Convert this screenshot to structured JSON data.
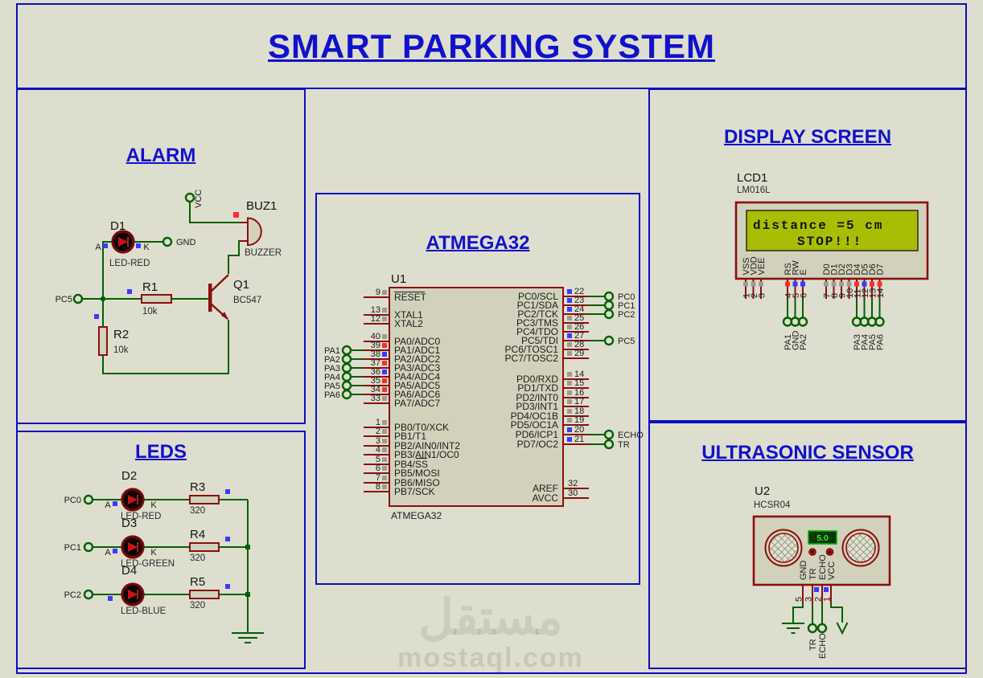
{
  "title": "SMART PARKING SYSTEM",
  "watermark": {
    "arabic": "مستقل",
    "latin": "mostaql.com"
  },
  "headers": {
    "alarm": "ALARM",
    "leds": "LEDS",
    "atmega": "ATMEGA32",
    "display": "DISPLAY SCREEN",
    "ultrasonic": "ULTRASONIC SENSOR"
  },
  "colors": {
    "background": "#dedecf",
    "border_blue": "#0d0dc0",
    "heading_blue": "#1111cc",
    "wire_green": "#006000",
    "component_maroon": "#8a0f0f",
    "lcd_screen_green": "#a9bd04",
    "sensor_display_green": "#3ae63a",
    "pin_gray": "#9d9d96",
    "pin_blue": "#3a3aff",
    "pin_red": "#ff2e2e"
  },
  "alarm": {
    "vcc": "VCC",
    "gnd": "GND",
    "pc5": "PC5",
    "buzzer": {
      "ref": "BUZ1",
      "part": "BUZZER"
    },
    "d1": {
      "ref": "D1",
      "part": "LED-RED",
      "a": "A",
      "k": "K"
    },
    "r1": {
      "ref": "R1",
      "value": "10k"
    },
    "r2": {
      "ref": "R2",
      "value": "10k"
    },
    "q1": {
      "ref": "Q1",
      "part": "BC547"
    }
  },
  "leds": {
    "rows": [
      {
        "terminal": "PC0",
        "ref": "D2",
        "part": "LED-RED",
        "a": "A",
        "k": "K",
        "res": "R3",
        "val": "320"
      },
      {
        "terminal": "PC1",
        "ref": "D3",
        "part": "LED-GREEN",
        "a": "A",
        "k": "K",
        "res": "R4",
        "val": "320"
      },
      {
        "terminal": "PC2",
        "ref": "D4",
        "part": "LED-BLUE",
        "a": "",
        "k": "",
        "res": "R5",
        "val": "320"
      }
    ]
  },
  "atmega": {
    "ref": "U1",
    "part": "ATMEGA32",
    "left_pins": [
      {
        "num": "9",
        "name": "RESET",
        "sq": "gray"
      },
      {
        "num": "13",
        "name": "XTAL1",
        "sq": "gray"
      },
      {
        "num": "12",
        "name": "XTAL2",
        "sq": "gray"
      },
      {
        "num": "40",
        "name": "PA0/ADC0",
        "sq": "gray"
      },
      {
        "num": "39",
        "name": "PA1/ADC1",
        "sq": "red"
      },
      {
        "num": "38",
        "name": "PA2/ADC2",
        "sq": "blue"
      },
      {
        "num": "37",
        "name": "PA3/ADC3",
        "sq": "red"
      },
      {
        "num": "36",
        "name": "PA4/ADC4",
        "sq": "blue"
      },
      {
        "num": "35",
        "name": "PA5/ADC5",
        "sq": "red"
      },
      {
        "num": "34",
        "name": "PA6/ADC6",
        "sq": "red"
      },
      {
        "num": "33",
        "name": "PA7/ADC7",
        "sq": "gray"
      },
      {
        "num": "1",
        "name": "PB0/T0/XCK",
        "sq": "gray"
      },
      {
        "num": "2",
        "name": "PB1/T1",
        "sq": "gray"
      },
      {
        "num": "3",
        "name": "PB2/AIN0/INT2",
        "sq": "gray"
      },
      {
        "num": "4",
        "name": "PB3/AIN1/OC0",
        "sq": "gray"
      },
      {
        "num": "5",
        "name": "PB4/SS",
        "sq": "gray"
      },
      {
        "num": "6",
        "name": "PB5/MOSI",
        "sq": "gray"
      },
      {
        "num": "7",
        "name": "PB6/MISO",
        "sq": "gray"
      },
      {
        "num": "8",
        "name": "PB7/SCK",
        "sq": "gray"
      }
    ],
    "right_pins": [
      {
        "num": "22",
        "name": "PC0/SCL",
        "sq": "blue"
      },
      {
        "num": "23",
        "name": "PC1/SDA",
        "sq": "blue"
      },
      {
        "num": "24",
        "name": "PC2/TCK",
        "sq": "blue"
      },
      {
        "num": "25",
        "name": "PC3/TMS",
        "sq": "gray"
      },
      {
        "num": "26",
        "name": "PC4/TDO",
        "sq": "gray"
      },
      {
        "num": "27",
        "name": "PC5/TDI",
        "sq": "blue"
      },
      {
        "num": "28",
        "name": "PC6/TOSC1",
        "sq": "gray"
      },
      {
        "num": "29",
        "name": "PC7/TOSC2",
        "sq": "gray"
      },
      {
        "num": "14",
        "name": "PD0/RXD",
        "sq": "gray"
      },
      {
        "num": "15",
        "name": "PD1/TXD",
        "sq": "gray"
      },
      {
        "num": "16",
        "name": "PD2/INT0",
        "sq": "gray"
      },
      {
        "num": "17",
        "name": "PD3/INT1",
        "sq": "gray"
      },
      {
        "num": "18",
        "name": "PD4/OC1B",
        "sq": "gray"
      },
      {
        "num": "19",
        "name": "PD5/OC1A",
        "sq": "gray"
      },
      {
        "num": "20",
        "name": "PD6/ICP1",
        "sq": "blue"
      },
      {
        "num": "21",
        "name": "PD7/OC2",
        "sq": "blue"
      },
      {
        "num": "32",
        "name": "AREF",
        "sq": ""
      },
      {
        "num": "30",
        "name": "AVCC",
        "sq": ""
      }
    ],
    "left_terminals": [
      "PA1",
      "PA2",
      "PA3",
      "PA4",
      "PA5",
      "PA6"
    ],
    "right_terminals": [
      "PC0",
      "PC1",
      "PC2",
      "PC5",
      "ECHO",
      "TR"
    ]
  },
  "display": {
    "ref": "LCD1",
    "part": "LM016L",
    "screen": [
      "distance =5 cm",
      "STOP!!!"
    ],
    "pins": [
      {
        "num": "1",
        "name": "VSS",
        "sq": "gray"
      },
      {
        "num": "2",
        "name": "VDD",
        "sq": "gray"
      },
      {
        "num": "3",
        "name": "VEE",
        "sq": "gray"
      },
      {
        "num": "4",
        "name": "RS",
        "sq": "red"
      },
      {
        "num": "5",
        "name": "RW",
        "sq": "blue"
      },
      {
        "num": "6",
        "name": "E",
        "sq": "blue"
      },
      {
        "num": "7",
        "name": "D0",
        "sq": "gray"
      },
      {
        "num": "8",
        "name": "D1",
        "sq": "gray"
      },
      {
        "num": "9",
        "name": "D2",
        "sq": "gray"
      },
      {
        "num": "10",
        "name": "D3",
        "sq": "gray"
      },
      {
        "num": "11",
        "name": "D4",
        "sq": "red"
      },
      {
        "num": "12",
        "name": "D5",
        "sq": "blue"
      },
      {
        "num": "13",
        "name": "D6",
        "sq": "red"
      },
      {
        "num": "14",
        "name": "D7",
        "sq": "red"
      }
    ],
    "bottom_terminals": [
      "PA1",
      "GND",
      "PA2",
      "PA3",
      "PA4",
      "PA5",
      "PA6"
    ]
  },
  "ultrasonic": {
    "ref": "U2",
    "part": "HCSR04",
    "reading": "5.0",
    "pins": [
      {
        "num": "5",
        "name": "GND",
        "sq": ""
      },
      {
        "num": "3",
        "name": "TR",
        "sq": "blue"
      },
      {
        "num": "2",
        "name": "ECHO",
        "sq": "blue"
      },
      {
        "num": "1",
        "name": "VCC",
        "sq": ""
      }
    ],
    "terminals": [
      "TR",
      "ECHO"
    ]
  }
}
